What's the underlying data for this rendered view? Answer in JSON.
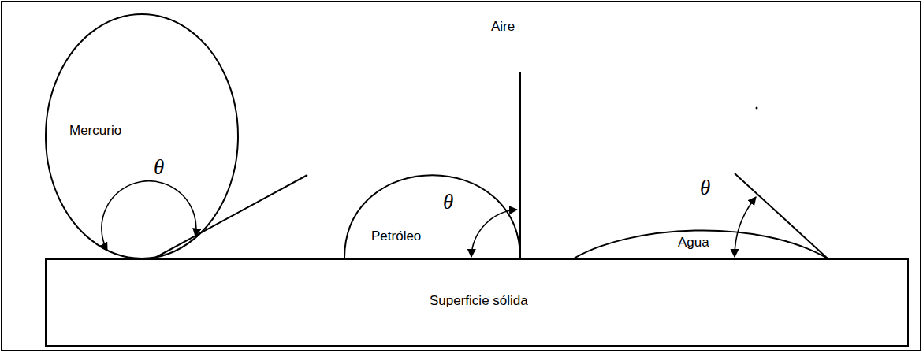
{
  "diagram": {
    "nodes": [
      {
        "text": [
          "Mercurio"
        ]
      },
      {
        "text": [
          "Petróleo"
        ]
      },
      {
        "text": [
          "Agua"
        ]
      },
      {
        "text": [
          "Superficie sólida"
        ]
      }
    ],
    "labels": [
      "Aire",
      "θ",
      "θ",
      "θ"
    ]
  }
}
